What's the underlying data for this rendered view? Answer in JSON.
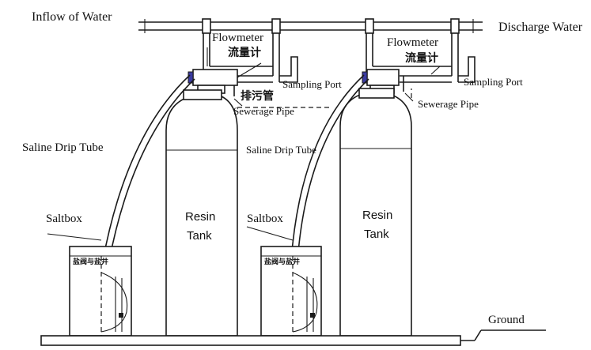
{
  "labels": {
    "inflow": "Inflow of Water",
    "discharge": "Discharge Water",
    "flowmeter_left": "Flowmeter",
    "flowmeter_left_cn": "流量计",
    "flowmeter_right": "Flowmeter",
    "flowmeter_right_cn": "流量计",
    "sampling_port_left": "Sampling Port",
    "sampling_port_right": "Sampling Port",
    "sewerage_cn": "排污管",
    "sewerage_left": "Sewerage Pipe",
    "sewerage_right": "Sewerage Pipe",
    "saline_left": "Saline Drip Tube",
    "saline_right": "Saline Drip Tube",
    "saltbox_left": "Saltbox",
    "saltbox_right": "Saltbox",
    "resin_left_line1": "Resin",
    "resin_left_line2": "Tank",
    "resin_right_line1": "Resin",
    "resin_right_line2": "Tank",
    "saltbox_left_cn": "盐阀与盐井",
    "saltbox_right_cn": "盐阀与盐井",
    "ground": "Ground"
  },
  "colors": {
    "line": "#1a1a1a",
    "background": "#ffffff",
    "valve_accent": "#3a3aa0"
  }
}
